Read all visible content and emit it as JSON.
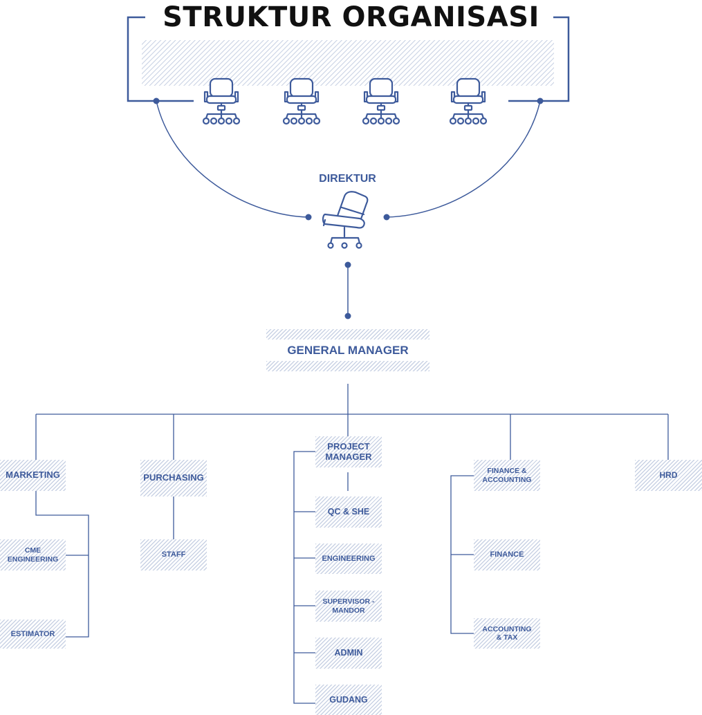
{
  "title": "STRUKTUR ORGANISASI",
  "direktur": "DIREKTUR",
  "general_manager": "GENERAL MANAGER",
  "departments": {
    "marketing": "MARKETING",
    "cme_engineering_line1": "CME",
    "cme_engineering_line2": "ENGINEERING",
    "estimator": "ESTIMATOR",
    "purchasing": "PURCHASING",
    "staff": "STAFF",
    "project_manager_line1": "PROJECT",
    "project_manager_line2": "MANAGER",
    "qc_she": "QC & SHE",
    "engineering": "ENGINEERING",
    "supervisor_line1": "SUPERVISOR -",
    "supervisor_line2": "MANDOR",
    "admin": "ADMIN",
    "gudang": "GUDANG",
    "finance_accounting_line1": "FINANCE &",
    "finance_accounting_line2": "ACCOUNTING",
    "finance": "FINANCE",
    "accounting_tax_line1": "ACCOUNTING",
    "accounting_tax_line2": "& TAX",
    "hrd": "HRD"
  },
  "colors": {
    "accent": "#3d5a9b",
    "hatch": "#c9d2e4",
    "title": "#111111"
  },
  "icons": [
    "office-chair-icon",
    "office-chair-icon",
    "office-chair-icon",
    "office-chair-icon",
    "executive-chair-icon"
  ]
}
